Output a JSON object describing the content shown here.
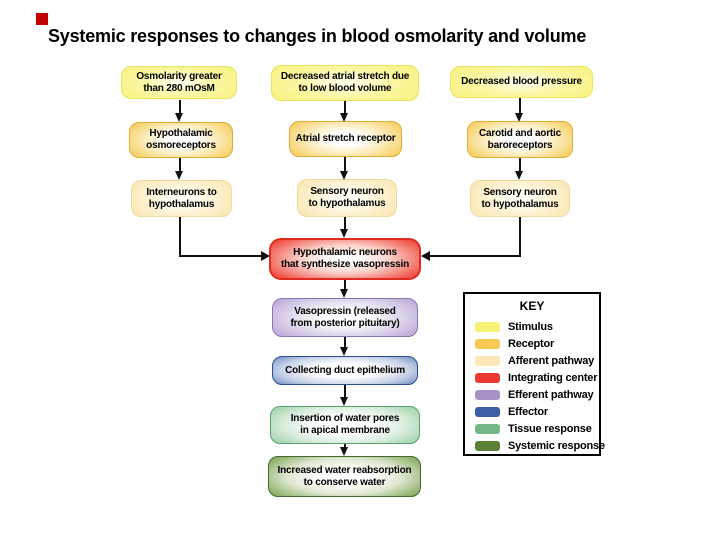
{
  "title": "Systemic responses to changes in blood osmolarity and volume",
  "bullet_color": "#c00000",
  "flowchart": {
    "nodes": [
      {
        "id": "stimulus-osmolarity",
        "category": "stimulus",
        "label": "Osmolarity greater\nthan 280 mOsM"
      },
      {
        "id": "stimulus-atrial-stretch",
        "category": "stimulus",
        "label": "Decreased atrial stretch due\nto low blood volume"
      },
      {
        "id": "stimulus-blood-pressure",
        "category": "stimulus",
        "label": "Decreased blood pressure"
      },
      {
        "id": "receptor-osmoreceptors",
        "category": "receptor",
        "label": "Hypothalamic\nosmoreceptors"
      },
      {
        "id": "receptor-atrial-stretch",
        "category": "receptor",
        "label": "Atrial stretch receptor"
      },
      {
        "id": "receptor-baroreceptors",
        "category": "receptor",
        "label": "Carotid and aortic\nbaroreceptors"
      },
      {
        "id": "afferent-interneurons",
        "category": "afferent",
        "label": "Interneurons to\nhypothalamus"
      },
      {
        "id": "afferent-sensory-1",
        "category": "afferent",
        "label": "Sensory neuron\nto hypothalamus"
      },
      {
        "id": "afferent-sensory-2",
        "category": "afferent",
        "label": "Sensory neuron\nto hypothalamus"
      },
      {
        "id": "integrating-center",
        "category": "integrating",
        "label": "Hypothalamic neurons\nthat synthesize vasopressin"
      },
      {
        "id": "efferent-vasopressin",
        "category": "efferent",
        "label": "Vasopressin (released\nfrom posterior pituitary)"
      },
      {
        "id": "effector-collecting-duct",
        "category": "effector",
        "label": "Collecting duct epithelium"
      },
      {
        "id": "tissue-water-pores",
        "category": "tissue",
        "label": "Insertion of water pores\nin apical membrane"
      },
      {
        "id": "systemic-water-reabsorption",
        "category": "systemic",
        "label": "Increased water reabsorption\nto conserve water"
      }
    ]
  },
  "key": {
    "title": "KEY",
    "entries": [
      {
        "label": "Stimulus",
        "color": "#f7f176"
      },
      {
        "label": "Receptor",
        "color": "#f6c94e"
      },
      {
        "label": "Afferent pathway",
        "color": "#fbe8b6"
      },
      {
        "label": "Integrating center",
        "color": "#ee3a33"
      },
      {
        "label": "Efferent pathway",
        "color": "#a792c8"
      },
      {
        "label": "Effector",
        "color": "#3c5fa6"
      },
      {
        "label": "Tissue response",
        "color": "#74b886"
      },
      {
        "label": "Systemic response",
        "color": "#5d8039"
      }
    ]
  }
}
